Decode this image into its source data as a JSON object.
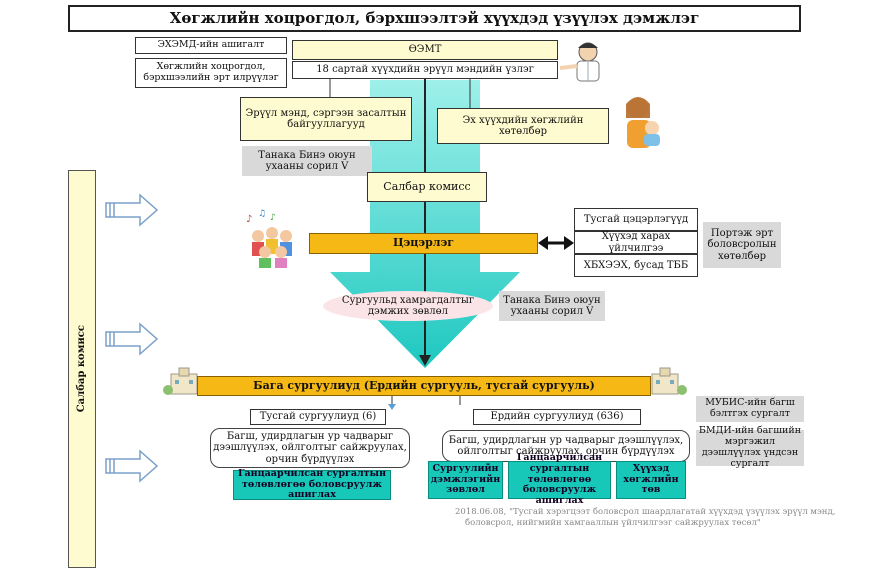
{
  "title": "Хөгжлийн хоцрогдол, бэрхшээлтэй хүүхдэд үзүүлэх дэмжлэг",
  "top_left_box1": "ЭХЭМД-ийн ашигалт",
  "top_left_box2": "Хөгжлийн хоцрогдол, бэрхшээлийн эрт илрүүлэг",
  "oemt": "ӨЭМТ",
  "exam18": "18 сартай хүүхдийн эрүүл мэндийн үзлэг",
  "health_org": "Эрүүл мэнд, сэргээн засалтын байгууллагууд",
  "early_program": "Эх хүүхдийн хөгжлийн хөтөлбөр",
  "tanaka1": "Танака Бинэ оюун ухааны сорил V",
  "salbar_komis": "Салбар комисс",
  "kindergarten": "Цэцэрлэг",
  "right_list": [
    "Тусгай цэцэрлэгүүд",
    "Хүүхэд харах үйлчилгээ",
    "ХБХЭЭХ, бусад ТББ"
  ],
  "portage": "Портэж эрт боловсролын хөтөлбөр",
  "school_advice": "Сургуульд хамрагдалтыг дэмжих зөвлөл",
  "tanaka2": "Танака Бинэ оюун ухааны сорил V",
  "side_label": "Салбар комисс",
  "primary_school": "Бага сургуулиуд (Ердийн сургууль, тусгай сургууль)",
  "special_schools": "Тусгай сургуулиуд (6)",
  "regular_schools": "Ердийн сургуулиуд (636)",
  "mubis": "МУБИС-ийн багш бэлтгэх сургалт",
  "bmdi": "БМДИ-ийн багшийн мэргэжил дээшлүүлэх үндсэн сургалт",
  "left_round": "Багш, удирдлагын ур чадварыг дээшлүүлэх, ойлголтыг сайжруулах, орчин бүрдүүлэх",
  "right_round": "Багш, удирдлагын ур чадварыг дээшлүүлэх, ойлголтыг сайжруулах, орчин бүрдүүлэх",
  "left_teal": "Ганцаарчилсан сургалтын төлөвлөгөө боловсруулж ашиглах",
  "teal1": "Сургуулийн дэмжлэгийн зөвлөл",
  "teal2": "Ганцаарчилсан сургалтын төлөвлөгөө боловсруулж ашиглах",
  "teal3": "Хүүхэд хөгжлийн төв",
  "citation_line1": "2018.06.08, \"Тусгай хэрэгцээт боловсрол шаардлагатай хүүхдэд үзүүлэх эрүүл мэнд,",
  "citation_line2": "боловсрол, нийгмийн хамгааллын үйлчилгээг сайжруулах төсөл\"",
  "colors": {
    "teal": "#1ec8c0",
    "orange": "#f6b815",
    "cream": "#fffbd0",
    "gray": "#d9d9d9"
  },
  "icons": [
    "doctor-icon",
    "mother-child-icon",
    "children-icon",
    "school-building-icon",
    "outline-arrow-icon"
  ]
}
